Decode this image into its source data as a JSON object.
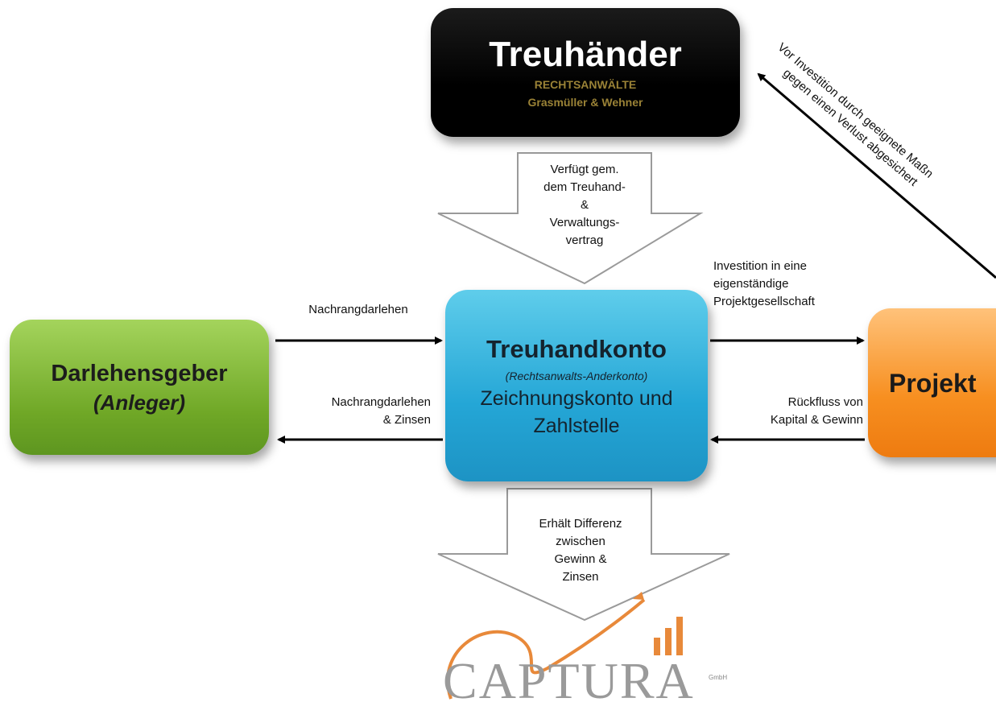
{
  "nodes": {
    "treuhaender": {
      "title": "Treuhänder",
      "line1": "RECHTSANWÄLTE",
      "line2": "Grasmüller & Wehner"
    },
    "darlehensgeber": {
      "title": "Darlehensgeber",
      "subtitle": "(Anleger)"
    },
    "treuhandkonto": {
      "title": "Treuhandkonto",
      "note": "(Rechtsanwalts-Anderkonto)",
      "line1": "Zeichnungskonto und",
      "line2": "Zahlstelle"
    },
    "projekt": {
      "title": "Projekt"
    }
  },
  "edges": {
    "top_arrow": [
      "Verfügt gem.",
      "dem Treuhand-",
      "&",
      "Verwaltungs-",
      "vertrag"
    ],
    "bottom_arrow": [
      "Erhält Differenz",
      "zwischen",
      "Gewinn &",
      "Zinsen"
    ],
    "left_in": "Nachrangdarlehen",
    "left_out": [
      "Nachrangdarlehen",
      "& Zinsen"
    ],
    "right_out": [
      "Investition in eine",
      "eigenständige",
      "Projektgesellschaft"
    ],
    "right_in": [
      "Rückfluss von",
      "Kapital & Gewinn"
    ],
    "diagonal": [
      "Vor Investition durch geeignete Maßn",
      "gegen einen Verlust abgesichert"
    ]
  },
  "logo": {
    "wordmark": "CAPTURA",
    "suffix": "GmbH"
  },
  "colors": {
    "treuhaender_gold": "#9a8236",
    "darlehensgeber_green": "#6fa726",
    "treuhandkonto_blue": "#24a6d6",
    "projekt_orange": "#f78f20",
    "logo_orange": "#e8893a"
  }
}
